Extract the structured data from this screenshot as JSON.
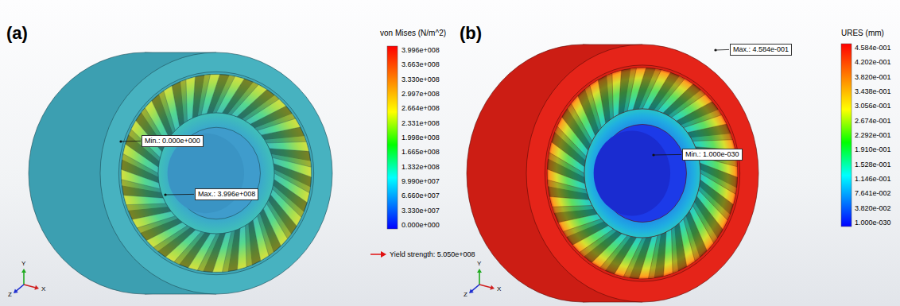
{
  "diagram": {
    "nodes": [
      {
        "text": [
          "Min.: 0.000e+000"
        ]
      },
      {
        "text": [
          "Max.: 3.996e+008"
        ]
      },
      {
        "text": [
          "Max.: 4.584e-001"
        ]
      },
      {
        "text": [
          "Min.: 1.000e-030"
        ]
      }
    ],
    "labels": [
      "(a)",
      "von Mises (N/m^2)",
      "3.996e+008",
      "3.663e+008",
      "3.330e+008",
      "2.997e+008",
      "2.664e+008",
      "2.331e+008",
      "1.998e+008",
      "1.665e+008",
      "1.332e+008",
      "9.990e+007",
      "6.660e+007",
      "3.330e+007",
      "0.000e+000",
      "Yield strength: 5.050e+008",
      "Y",
      "X",
      "Z",
      "(b)",
      "URES (mm)",
      "4.584e-001",
      "4.202e-001",
      "3.820e-001",
      "3.438e-001",
      "3.056e-001",
      "2.674e-001",
      "2.292e-001",
      "1.910e-001",
      "1.528e-001",
      "1.146e-001",
      "7.641e-002",
      "3.820e-002",
      "1.000e-030",
      "Y",
      "X",
      "Z"
    ]
  }
}
